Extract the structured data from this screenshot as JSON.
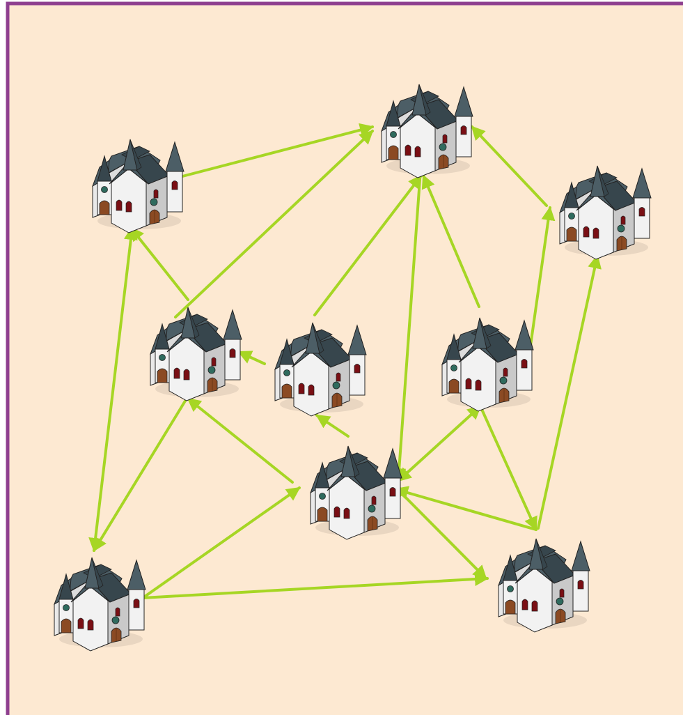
{
  "colors": {
    "background": "#fde9d2",
    "frame": "#8e3f8f",
    "edge": "#a6d624",
    "roof": "#4c5e66",
    "roof_dark": "#37464d",
    "wall": "#f2f2f2",
    "wall_shade": "#c9c9c9",
    "window": "#7a0f14",
    "door": "#8b4a23",
    "rose_window": "#2f6b5e"
  },
  "icon": "church-icon",
  "nodes": [
    {
      "id": "n1"
    },
    {
      "id": "n2"
    },
    {
      "id": "n3"
    },
    {
      "id": "n4"
    },
    {
      "id": "n5"
    },
    {
      "id": "n6"
    },
    {
      "id": "n7"
    },
    {
      "id": "n8"
    },
    {
      "id": "n9"
    },
    {
      "id": "n10"
    }
  ],
  "edges": [
    {
      "from": "n1",
      "to": "n2",
      "style": "arrow"
    },
    {
      "from": "n4",
      "to": "n2",
      "style": "arrow"
    },
    {
      "from": "n4",
      "to": "n1",
      "style": "arrow"
    },
    {
      "from": "n5",
      "to": "n4",
      "style": "arrow"
    },
    {
      "from": "n5",
      "to": "n2",
      "style": "arrow"
    },
    {
      "from": "n6",
      "to": "n2",
      "style": "arrow"
    },
    {
      "from": "n6",
      "to": "n3",
      "style": "arrow"
    },
    {
      "from": "n3",
      "to": "n2",
      "style": "arrow"
    },
    {
      "from": "n7",
      "to": "n5",
      "style": "arrow"
    },
    {
      "from": "n7",
      "to": "n4",
      "style": "arrow"
    },
    {
      "from": "n2",
      "to": "n7",
      "style": "arrow"
    },
    {
      "from": "n7",
      "to": "n6",
      "style": "bidirectional"
    },
    {
      "from": "n7",
      "to": "n10",
      "style": "bidirectional"
    },
    {
      "from": "n8",
      "to": "n1",
      "style": "bidirectional"
    },
    {
      "from": "n4",
      "to": "n8",
      "style": "arrow"
    },
    {
      "from": "n8",
      "to": "n7",
      "style": "arrow"
    },
    {
      "from": "n8",
      "to": "n10",
      "style": "arrow"
    },
    {
      "from": "n6",
      "to": "n9",
      "style": "arrow"
    },
    {
      "from": "n9",
      "to": "n7",
      "style": "arrow"
    },
    {
      "from": "n9",
      "to": "n3",
      "style": "arrow"
    }
  ]
}
